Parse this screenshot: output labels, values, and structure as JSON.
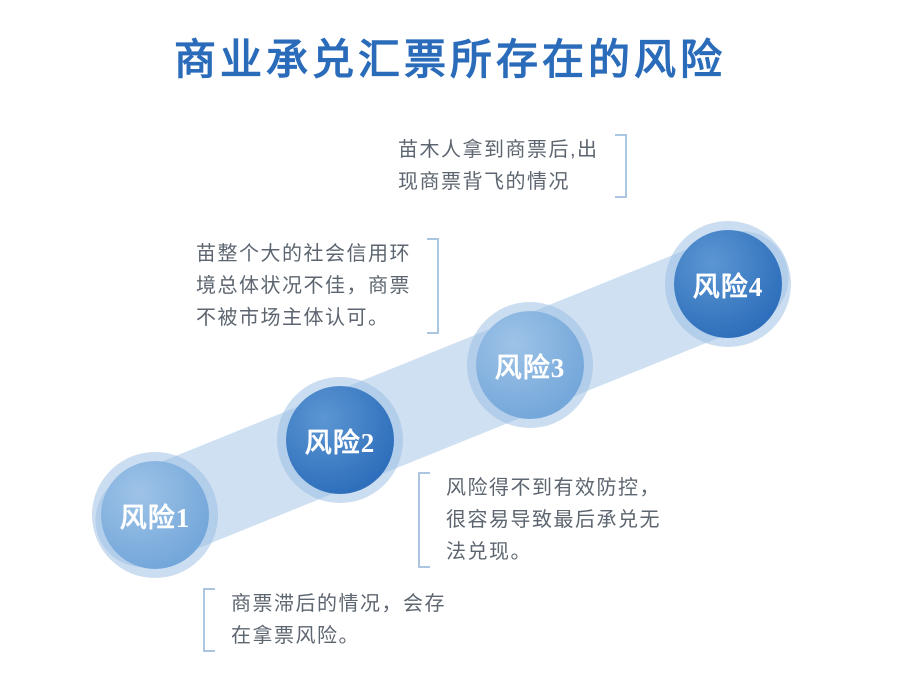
{
  "title": "商业承兑汇票所存在的风险",
  "colors": {
    "title": "#2a6bba",
    "band": "#cfe0f2",
    "circle_dark": "#2e6fbc",
    "circle_light": "#74a7da",
    "halo": "#98bce2",
    "bracket": "#aac6e0",
    "note_text": "#5d6670",
    "step_label": "#ffffff"
  },
  "steps": [
    {
      "label": "风险1",
      "tone": "light"
    },
    {
      "label": "风险2",
      "tone": "dark"
    },
    {
      "label": "风险3",
      "tone": "light"
    },
    {
      "label": "风险4",
      "tone": "dark"
    }
  ],
  "annotations": [
    {
      "position": "top",
      "bracket_side": "right",
      "text": "苗木人拿到商票后,出\n现商票背飞的情况"
    },
    {
      "position": "left",
      "bracket_side": "right",
      "text": "苗整个大的社会信用环\n境总体状况不佳，商票\n不被市场主体认可。"
    },
    {
      "position": "right",
      "bracket_side": "left",
      "text": "风险得不到有效防控，\n很容易导致最后承兑无\n法兑现。"
    },
    {
      "position": "bottom",
      "bracket_side": "left",
      "text": "商票滞后的情况，会存\n在拿票风险。"
    }
  ]
}
